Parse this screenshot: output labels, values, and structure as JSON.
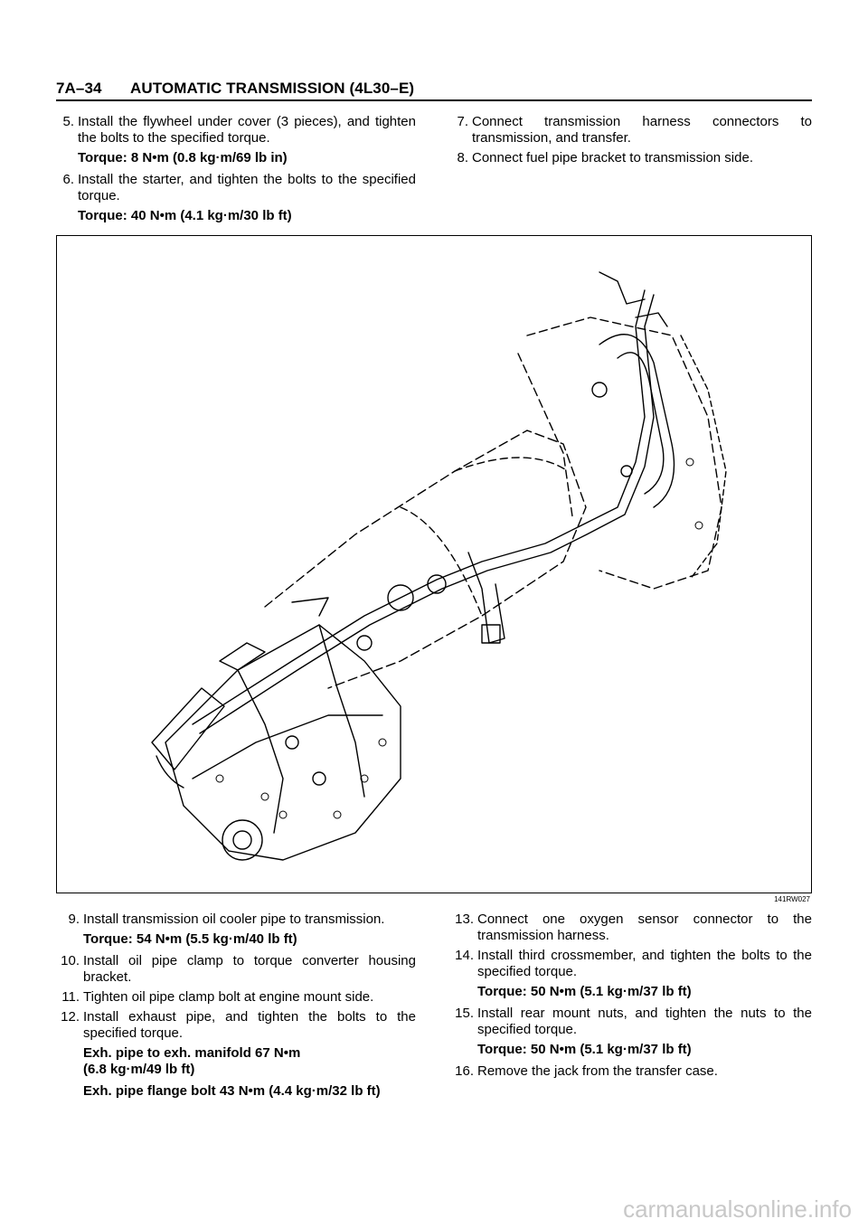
{
  "header": {
    "page": "7A–34",
    "title": "AUTOMATIC TRANSMISSION (4L30–E)"
  },
  "top_left": [
    {
      "num": "5.",
      "text": "Install the flywheel under cover (3 pieces), and tighten the bolts to the specified torque."
    },
    {
      "torque": "Torque: 8 N•m (0.8 kg·m/69 lb in)"
    },
    {
      "num": "6.",
      "text": "Install the starter, and tighten the bolts to the specified torque."
    },
    {
      "torque": "Torque: 40 N•m (4.1 kg·m/30 lb ft)"
    }
  ],
  "top_right": [
    {
      "num": "7.",
      "text": "Connect transmission harness connectors to transmission, and transfer."
    },
    {
      "num": "8.",
      "text": "Connect fuel pipe bracket to transmission side."
    }
  ],
  "figure": {
    "id": "141RW027"
  },
  "bottom_left": [
    {
      "num": "9.",
      "text": "Install transmission oil cooler pipe to transmission."
    },
    {
      "torque": "Torque: 54 N•m (5.5 kg·m/40 lb ft)"
    },
    {
      "num": "10.",
      "text": "Install oil pipe clamp to torque converter housing bracket."
    },
    {
      "num": "11.",
      "text": "Tighten oil pipe clamp bolt at engine mount side."
    },
    {
      "num": "12.",
      "text": "Install exhaust pipe, and tighten the bolts to the specified torque."
    },
    {
      "torque": "Exh. pipe to exh. manifold  67 N•m (6.8 kg·m/49 lb ft)"
    },
    {
      "torque": "Exh. pipe flange bolt  43 N•m (4.4 kg·m/32 lb ft)"
    }
  ],
  "bottom_right": [
    {
      "num": "13.",
      "text": "Connect one oxygen sensor connector to the transmission harness."
    },
    {
      "num": "14.",
      "text": "Install third crossmember, and tighten the bolts to the specified torque."
    },
    {
      "torque": "Torque: 50 N•m (5.1 kg·m/37 lb ft)"
    },
    {
      "num": "15.",
      "text": "Install rear mount nuts, and tighten the nuts to the specified torque."
    },
    {
      "torque": "Torque: 50 N•m (5.1 kg·m/37 lb ft)"
    },
    {
      "num": "16.",
      "text": "Remove the jack from the transfer case."
    }
  ],
  "watermark": "carmanualsonline.info"
}
